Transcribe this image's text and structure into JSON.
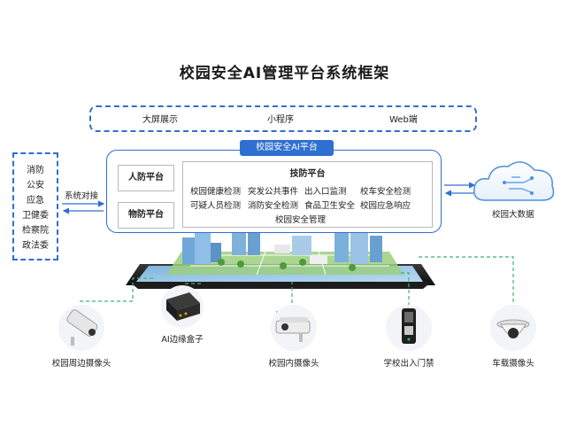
{
  "title": "校园安全AI管理平台系统框架",
  "clients": [
    "大屏展示",
    "小程序",
    "Web端"
  ],
  "departments": [
    "消防",
    "公安",
    "应急",
    "卫健委",
    "检察院",
    "政法委"
  ],
  "link_label": "系统对接",
  "platform": {
    "title": "校园安全AI平台",
    "human_defense": "人防平台",
    "physical_defense": "物防平台",
    "tech_defense": {
      "title": "技防平台",
      "items": [
        "校园健康检测",
        "突发公共事件",
        "出入口监测",
        "校车安全检测",
        "可疑人员检测",
        "消防安全检测",
        "食品卫生安全",
        "校园应急响应",
        "校园安全管理"
      ]
    }
  },
  "cloud_label": "校园大数据",
  "devices": [
    "校园周边摄像头",
    "AI边缘盒子",
    "校园内摄像头",
    "学校出入门禁",
    "车载摄像头"
  ],
  "colors": {
    "accent": "#2f6fd0",
    "connector": "#3cb371",
    "cloud": "#4a8fe0"
  }
}
